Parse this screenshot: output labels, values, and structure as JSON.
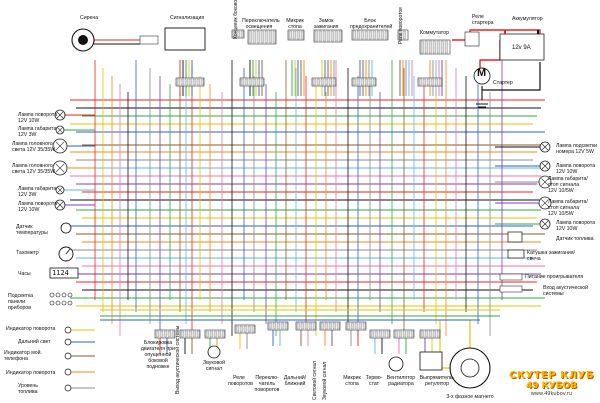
{
  "top_labels": {
    "siren": "Сирена",
    "alarm": "Сигнализация",
    "stand_switch": "Концевик боковой подножки",
    "light_switch": "Переключатель освещения",
    "brake_switch": "Микрик стопа",
    "ignition": "Замок зажигания",
    "fuse_block": "Блок предохранителей",
    "turn_relay": "Реле поворотов",
    "commutator": "Коммутатор",
    "starter_relay": "Реле стартера",
    "battery": "Аккумулятор",
    "battery_rating": "12v 9A",
    "starter": "Стартер",
    "motor_symbol": "M"
  },
  "left_labels": [
    "Лампа поворота\n12V 10W",
    "Лампа габарита\n12V 3W",
    "Лампа головного\nсвета 12V 35/35W",
    "Лампа головного\nсвета 12V 35/35W",
    "Лампа габарита\n12V 3W",
    "Лампа поворота\n12V 10W",
    "Датчик\nтемпературы",
    "Тахометр",
    "Часы",
    "Подсветка\nпанели\nприборов",
    "Индикатор поворота",
    "Дальний свет",
    "Индикатор мой.\nтелефона",
    "Индикатор поворота",
    "Уровень\nтоплива"
  ],
  "clock_display": "1124",
  "right_labels": [
    "Лампа подсветки\nномера 12V 5W",
    "Лампа поворота\n12V 10W",
    "Лампа габарита/\nстоп сигнала\n12V 10/5W",
    "Лампа габарита/\nстоп сигнала\n12V 10/5W",
    "Лампа поворота\n12V 10W",
    "Датчик топлива",
    "Катушка зажигания/\nсвеча",
    "Питание проигрывателя",
    "Вход акустической\nсистемы"
  ],
  "bottom_labels": [
    "Блокировка\nдвигателя при\nопущенной\nбоковой\nподножке",
    "Выход\nакустической\nсистемы",
    "Звуковой\nсигнал",
    "Реле\nповоротов",
    "Переклю-\nчатель\nповоротов",
    "Дальний/\nближний",
    "Световой\nсигнал",
    "Звуковой\nсигнал",
    "Микрик\nстопа",
    "Термо-\nстат",
    "Вентилятор\nрадиатора",
    "Выпрямитель-\nрегулятор",
    "3-х фазное магнето"
  ],
  "logo": {
    "line1": "СКУТЕР КЛУБ",
    "line2": "49 КУБОВ",
    "line3": "www.49kubov.ru"
  },
  "colors": {
    "red": "#e8251f",
    "black": "#111111",
    "green": "#2ea84a",
    "yellow": "#e6c300",
    "blue": "#2a62c9",
    "brown": "#8a5a2b",
    "orange": "#f08a1c",
    "gray": "#8c8c8c",
    "lightblue": "#5fb7e5",
    "pink": "#e874b2",
    "white_wire": "#bfbfbf",
    "purple": "#7a3fb0"
  }
}
